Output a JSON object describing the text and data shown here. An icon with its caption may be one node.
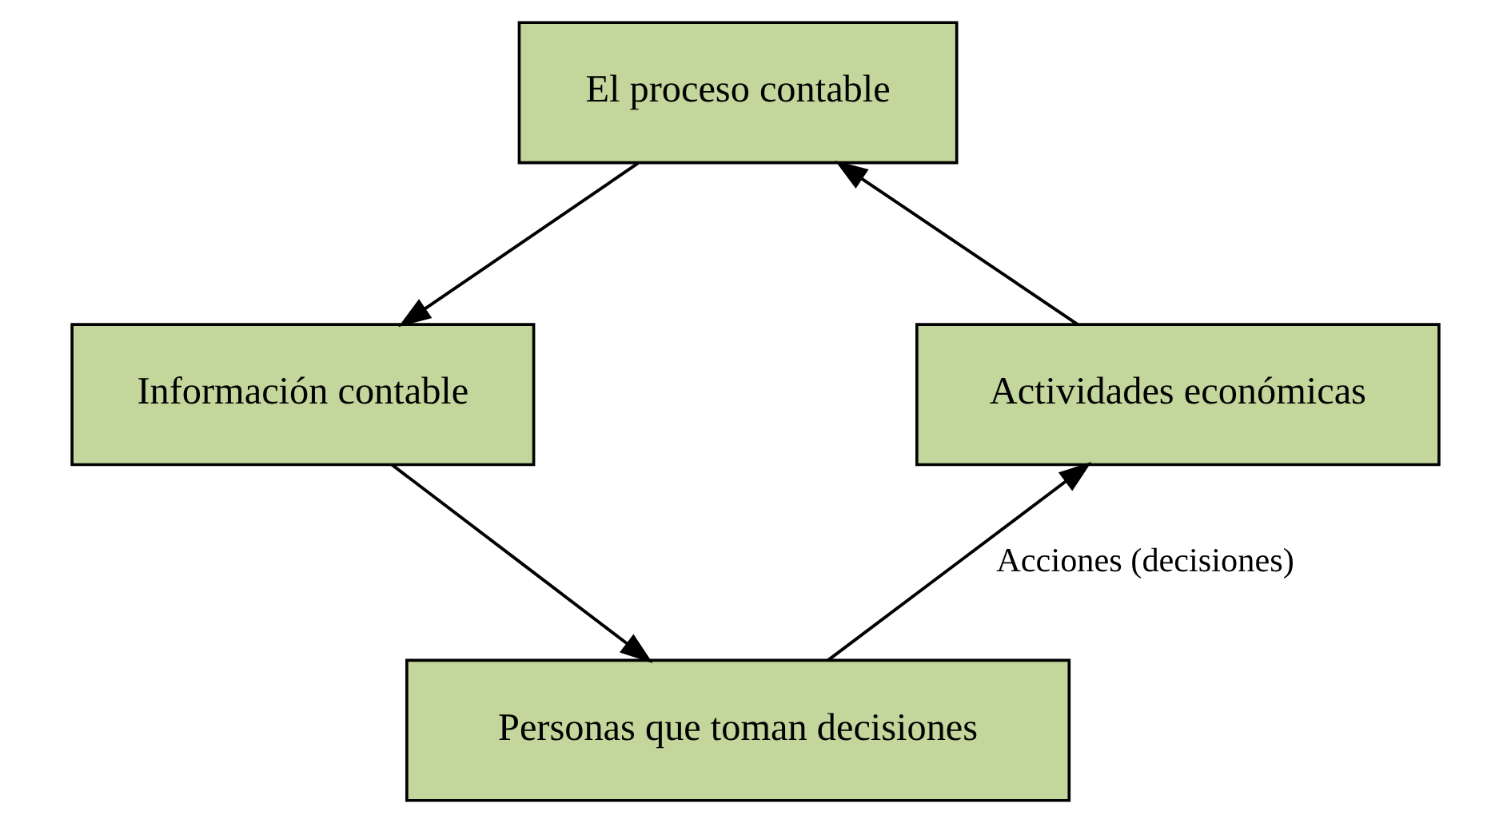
{
  "diagram": {
    "nodes": [
      {
        "text": [
          "El proceso contable"
        ]
      },
      {
        "text": [
          "Información contable"
        ]
      },
      {
        "text": [
          "Personas que toman decisiones"
        ]
      },
      {
        "text": [
          "Actividades económicas"
        ]
      }
    ],
    "edges": [
      {
        "from": 3,
        "to": 0,
        "arrow": "to"
      },
      {
        "from": 0,
        "to": 1,
        "arrow": "to"
      },
      {
        "from": 1,
        "to": 2,
        "arrow": "to"
      },
      {
        "from": 2,
        "to": 3,
        "arrow": "to",
        "label": "Acciones (decisiones)"
      }
    ]
  }
}
